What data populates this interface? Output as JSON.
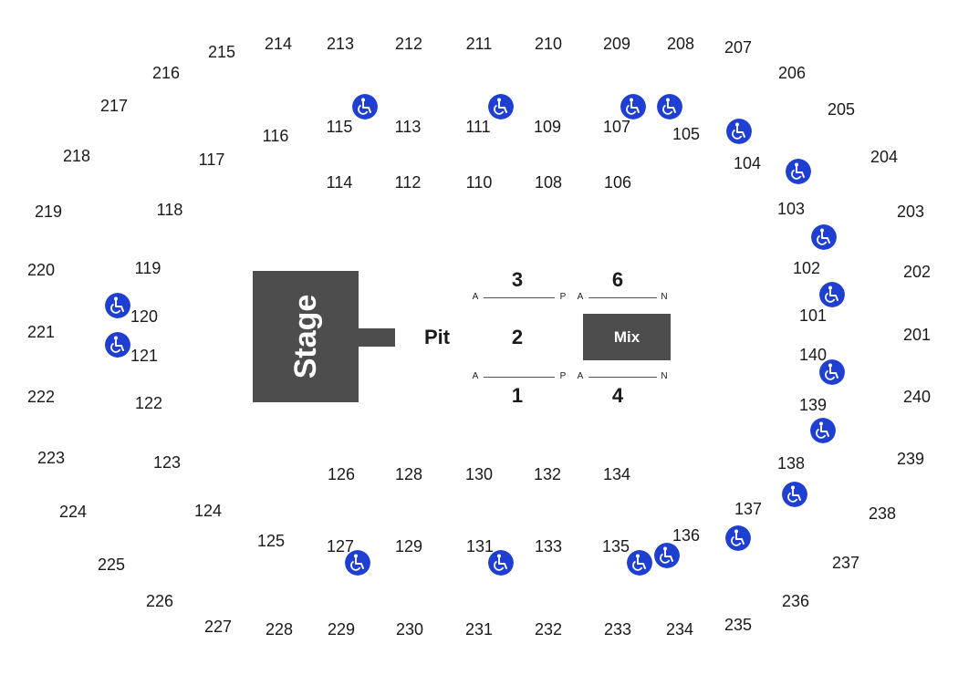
{
  "colors": {
    "stage_fill": "#4d4d4d",
    "mix_fill": "#4d4d4d",
    "accessible_icon_bg": "#1f3fd1",
    "text": "#1a1a1a"
  },
  "stage": {
    "label": "Stage"
  },
  "pit": {
    "label": "Pit"
  },
  "mix": {
    "label": "Mix"
  },
  "floor_sections": [
    "3",
    "6",
    "2",
    "1",
    "4"
  ],
  "floor_rows": {
    "start_a": "A",
    "end_p": "P",
    "start_a2": "A",
    "end_n": "N"
  },
  "sections_100": [
    "115",
    "113",
    "111",
    "109",
    "107",
    "105",
    "104",
    "103",
    "102",
    "101",
    "140",
    "139",
    "138",
    "137",
    "136",
    "135",
    "133",
    "131",
    "129",
    "127",
    "125",
    "124",
    "123",
    "122",
    "121",
    "120",
    "119",
    "118",
    "117",
    "116",
    "114",
    "112",
    "110",
    "108",
    "106",
    "126",
    "128",
    "130",
    "132",
    "134"
  ],
  "sections_200": [
    "215",
    "214",
    "213",
    "212",
    "211",
    "210",
    "209",
    "208",
    "207",
    "206",
    "205",
    "204",
    "203",
    "202",
    "201",
    "240",
    "239",
    "238",
    "237",
    "236",
    "235",
    "234",
    "233",
    "232",
    "231",
    "230",
    "229",
    "228",
    "227",
    "226",
    "225",
    "224",
    "223",
    "222",
    "221",
    "220",
    "219",
    "218",
    "217",
    "216"
  ],
  "accessible_icon": "wheelchair-icon",
  "accessible_count": 18
}
